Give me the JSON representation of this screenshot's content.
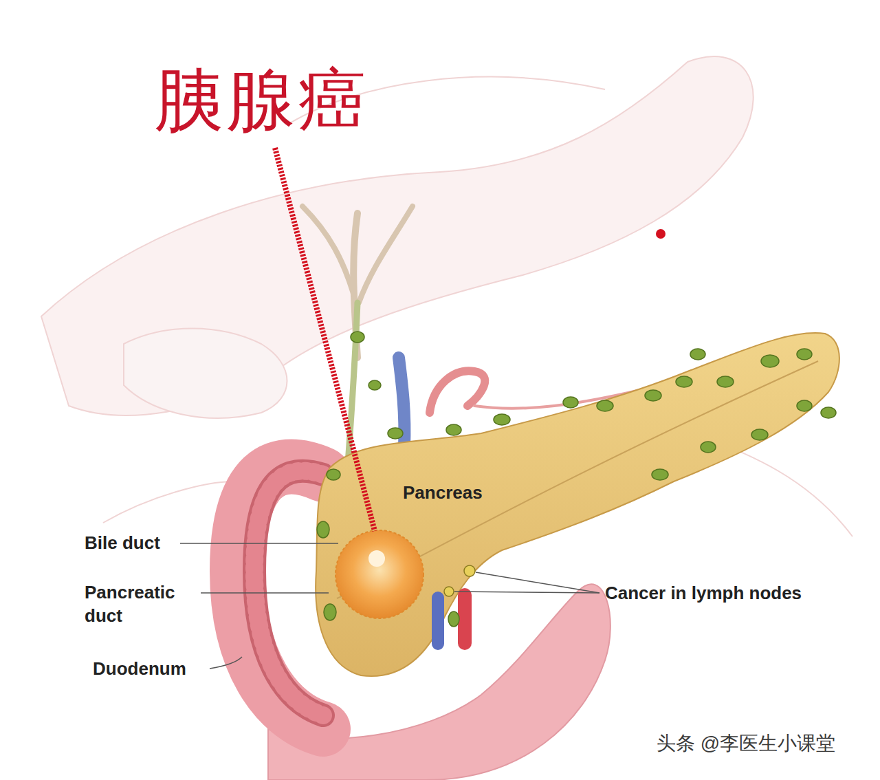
{
  "diagram": {
    "title": "胰腺癌",
    "labels": [
      "Pancreas",
      "Bile duct",
      "Pancreatic duct",
      "Duodenum",
      "Cancer in lymph nodes",
      "头条 @李医生小课堂"
    ]
  }
}
